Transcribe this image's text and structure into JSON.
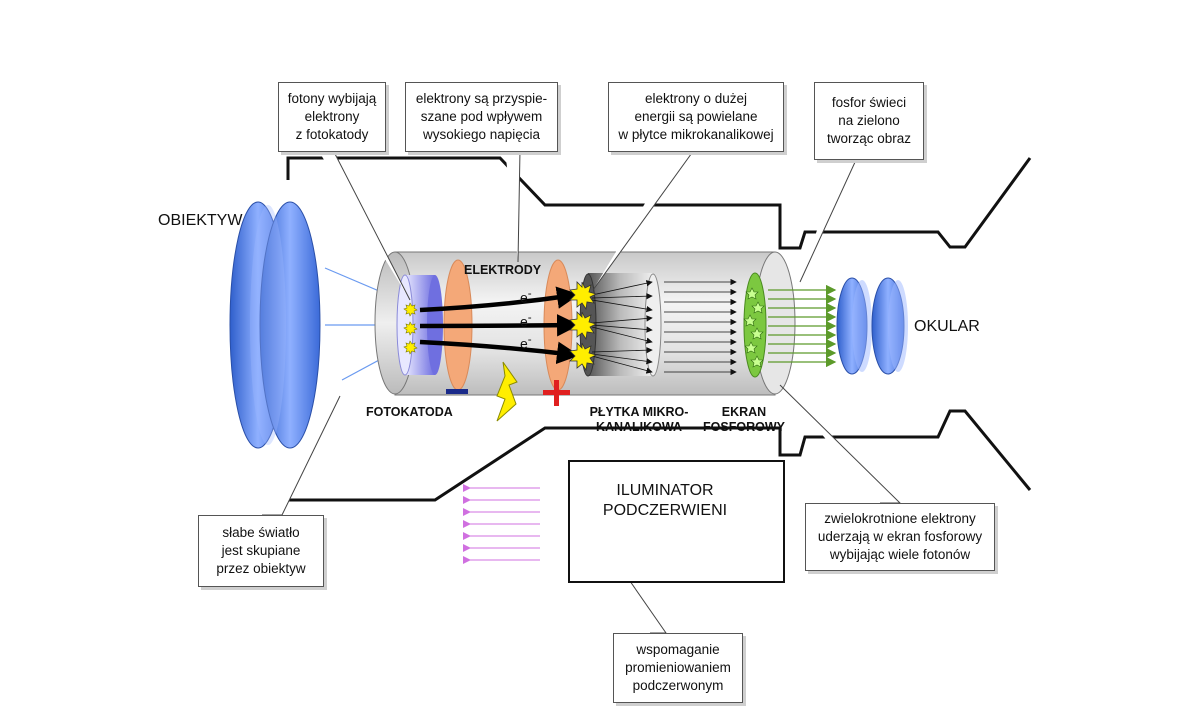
{
  "labels": {
    "objective": "OBIEKTYW",
    "eyepiece": "OKULAR",
    "electrodes": "ELEKTRODY",
    "photocathode": "FOTOKATODA",
    "mcp": "PŁYTKA MIKRO-\nKANALIKOWA",
    "screen": "EKRAN\nFOSFOROWY",
    "electron": "e",
    "electron_sup": "-",
    "illuminator": "ILUMINATOR\nPODCZERWIENI"
  },
  "callouts": {
    "photons": "fotony wybijają\nelektrony\nz fotokatody",
    "accelerate": "elektrony są przyspie-\nszane pod wpływem\nwysokiego napięcia",
    "multiply": "elektrony o dużej\nenergii są powielane\nw płytce mikrokanalikowej",
    "phosphor": "fosfor świeci\nna zielono\ntworząc obraz",
    "weak_light": "słabe światło\njest skupiane\nprzez obiektyw",
    "impact": "zwielokrotnione elektrony\nuderzają w ekran fosforowy\nwybijając wiele fotonów",
    "ir_assist": "wspomaganie\npromieniowaniem\npodczerwonym"
  },
  "colors": {
    "lens_blue": "#4f7fe0",
    "cathode_violet": "#8f8ff0",
    "electrode_orange": "#f4a878",
    "phosphor_green": "#7cc840",
    "green_arrow": "#5c9a2a",
    "ir_arrow": "#d070e0",
    "plus_red": "#e02020",
    "minus_navy": "#1a2a8a",
    "spark_yellow": "#ffee00"
  }
}
